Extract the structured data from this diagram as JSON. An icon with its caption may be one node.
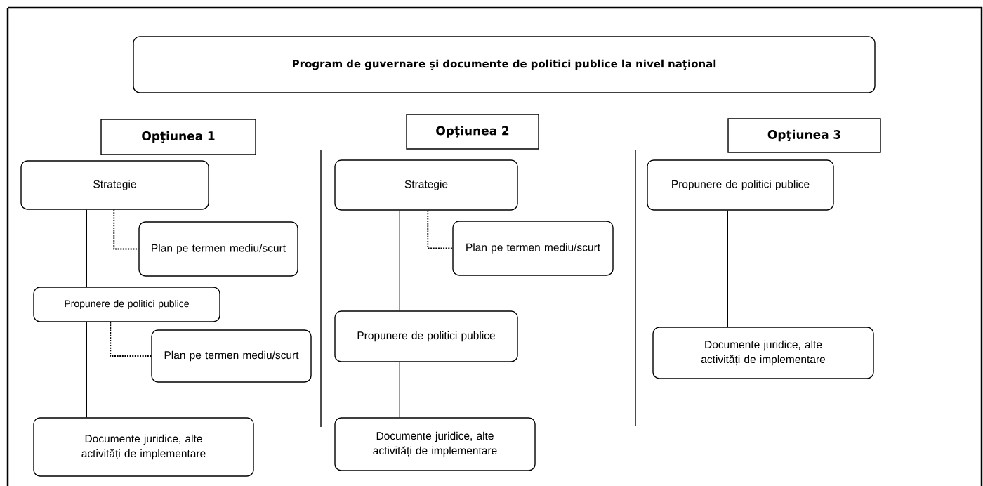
{
  "diagram": {
    "nodes": [
      {
        "text": [
          "Program de guvernare şi documente de politici publice la nivel naţional"
        ]
      },
      {
        "text": [
          "Opţiunea 1"
        ]
      },
      {
        "text": [
          "Strategie"
        ]
      },
      {
        "text": [
          "Plan pe termen mediu/scurt"
        ]
      },
      {
        "text": [
          "Propunere de politici publice"
        ]
      },
      {
        "text": [
          "Plan pe termen mediu/scurt"
        ]
      },
      {
        "text": [
          "Documente juridice, alte activități de implementare"
        ]
      },
      {
        "text": [
          "Opţiunea 2"
        ]
      },
      {
        "text": [
          "Strategie"
        ]
      },
      {
        "text": [
          "Plan pe termen mediu/scurt"
        ]
      },
      {
        "text": [
          "Propunere de politici publice"
        ]
      },
      {
        "text": [
          "Documente juridice, alte activități de implementare"
        ]
      },
      {
        "text": [
          "Opţiunea 3"
        ]
      },
      {
        "text": [
          "Propunere de politici publice"
        ]
      },
      {
        "text": [
          "Documente juridice, alte activități de implementare"
        ]
      }
    ],
    "edges": [
      {
        "from": 2,
        "to": 4,
        "arrow": "none"
      },
      {
        "from": 2,
        "to": 3,
        "arrow": "none",
        "style": "dashed"
      },
      {
        "from": 4,
        "to": 6,
        "arrow": "none"
      },
      {
        "from": 4,
        "to": 5,
        "arrow": "none",
        "style": "dashed"
      },
      {
        "from": 8,
        "to": 10,
        "arrow": "none"
      },
      {
        "from": 8,
        "to": 9,
        "arrow": "none",
        "style": "dashed"
      },
      {
        "from": 10,
        "to": 11,
        "arrow": "none"
      },
      {
        "from": 13,
        "to": 14,
        "arrow": "none"
      }
    ]
  }
}
